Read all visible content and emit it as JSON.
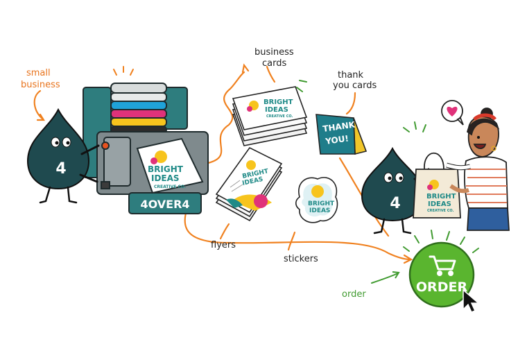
{
  "labels": {
    "small_business": [
      "small",
      "business"
    ],
    "business_cards": [
      "business",
      "cards"
    ],
    "thank_you_cards": [
      "thank",
      "you cards"
    ],
    "flyers": "flyers",
    "stickers": "stickers",
    "order": "order"
  },
  "brand": {
    "line1": "BRIGHT",
    "line2": "IDEAS",
    "line3": "CREATIVE CO."
  },
  "printer_logo": "4OVER4",
  "mascot_number": "4",
  "thank_you_card_text": [
    "THANK",
    "YOU!"
  ],
  "order_button_label": "ORDER",
  "colors": {
    "accent_orange": "#f0811f",
    "mascot_teal": "#1f4a4f",
    "printer_teal": "#2e7d7e",
    "order_green": "#5ab52f",
    "brand_teal": "#1f8a87",
    "sun_yellow": "#f7c41d",
    "magenta": "#e0327a",
    "cyan": "#1fa3d9"
  },
  "icons": [
    "heart-icon",
    "shopping-cart-icon",
    "mouse-cursor-icon",
    "sun-icon"
  ]
}
